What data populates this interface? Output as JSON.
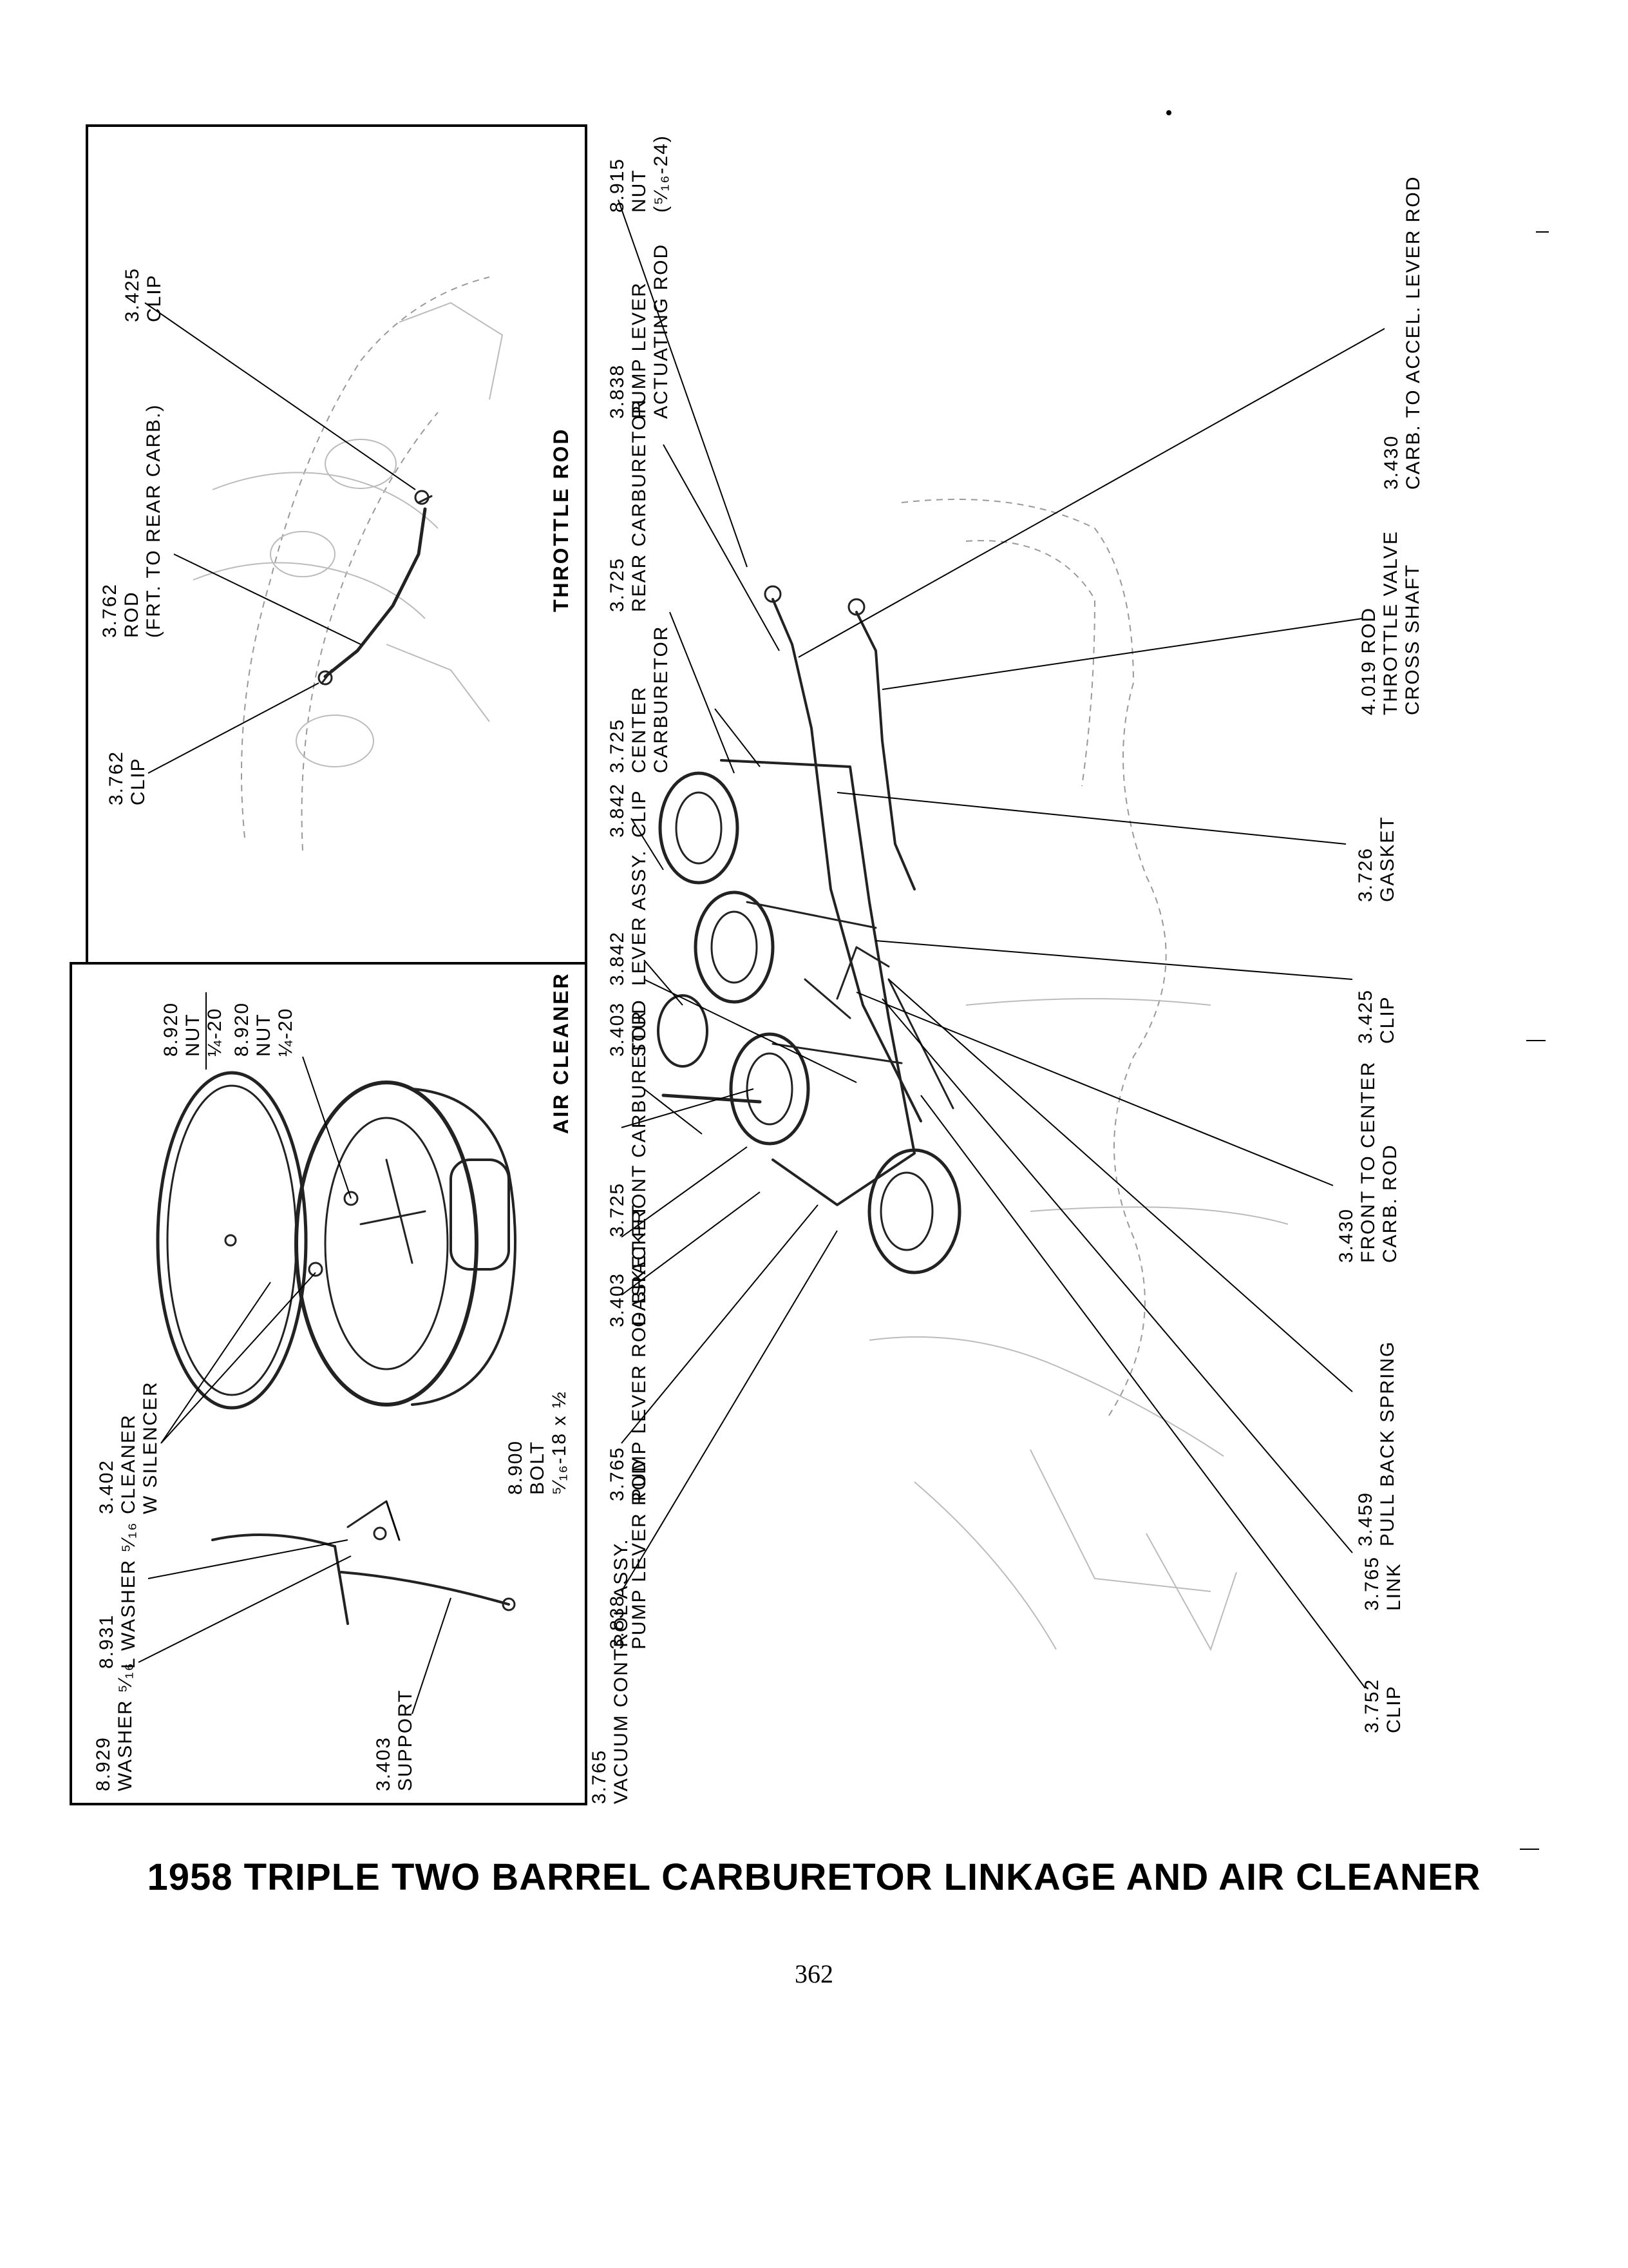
{
  "caption": "1958 TRIPLE TWO BARREL CARBURETOR LINKAGE AND AIR CLEANER",
  "page_number": "362",
  "frames": {
    "throttle_rod": "THROTTLE ROD",
    "air_cleaner": "AIR CLEANER"
  },
  "labels": {
    "clip_3425_top": [
      "3.425",
      "CLIP"
    ],
    "rod_3762": [
      "3.762",
      "ROD",
      "(FRT. TO REAR CARB.)"
    ],
    "clip_3762": [
      "3.762",
      "CLIP"
    ],
    "nut_8920_a": [
      "8.920",
      "NUT",
      "¼-20"
    ],
    "nut_8920_b": [
      "8.920",
      "NUT",
      "¼-20"
    ],
    "cleaner_3402": [
      "3.402",
      "CLEANER",
      "W SILENCER"
    ],
    "bolt_8900": [
      "8.900",
      "BOLT",
      "⁵⁄₁₆-18 x ½"
    ],
    "washer_8931": [
      "8.931",
      "L WASHER ⁵⁄₁₆"
    ],
    "washer_8929": [
      "8.929",
      "WASHER ⁵⁄₁₆"
    ],
    "support_3403": [
      "3.403",
      "SUPPORT"
    ],
    "nut_8915": [
      "8.915",
      "NUT",
      "(⁵⁄₁₆-24)"
    ],
    "pump_lever_3838": [
      "3.838",
      "PUMP LEVER",
      "ACTUATING ROD"
    ],
    "rear_carb_3725": [
      "3.725",
      "REAR CARBURETOR"
    ],
    "center_carb_3725": [
      "3.725",
      "CENTER",
      "CARBURETOR"
    ],
    "clip_3842": [
      "3.842",
      "CLIP"
    ],
    "lever_assy_3842": [
      "3.842",
      "LEVER ASSY."
    ],
    "stud_3403": [
      "3.403",
      "STUD"
    ],
    "front_carb_3725": [
      "3.725",
      "FRONT CARBURETOR"
    ],
    "gasket_3403": [
      "3.403",
      "GASKET"
    ],
    "bracket_3765": [
      "3.765",
      "PUMP LEVER ROD BRACKET"
    ],
    "pump_lever_rod_3838": [
      "3.838",
      "PUMP LEVER ROD"
    ],
    "vacuum_3765": [
      "3.765",
      "VACUUM CONTROL ASSY."
    ],
    "accel_rod_3430": [
      "3.430",
      "CARB. TO ACCEL. LEVER ROD"
    ],
    "cross_shaft_4019": [
      "4.019 ROD",
      "THROTTLE VALVE",
      "CROSS SHAFT"
    ],
    "gasket_3726": [
      "3.726",
      "GASKET"
    ],
    "clip_3425_right": [
      "3.425",
      "CLIP"
    ],
    "center_rod_3430": [
      "3.430",
      "FRONT TO CENTER",
      "CARB. ROD"
    ],
    "spring_3459": [
      "3.459",
      "PULL BACK SPRING"
    ],
    "link_3765": [
      "3.765",
      "LINK"
    ],
    "clip_3752": [
      "3.752",
      "CLIP"
    ]
  }
}
